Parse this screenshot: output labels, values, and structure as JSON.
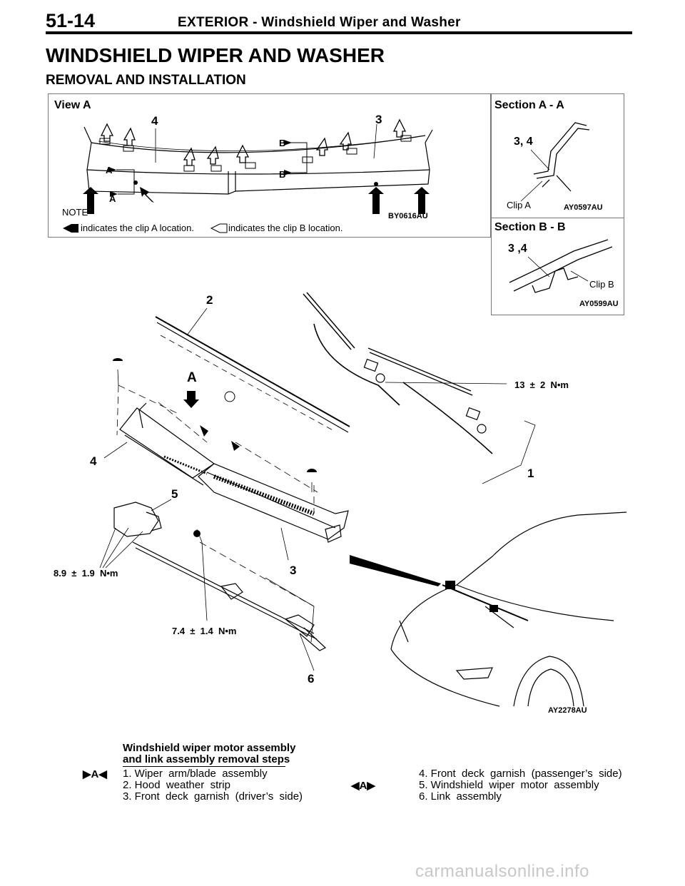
{
  "header": {
    "page_number": "51-14",
    "title": "EXTERIOR  -  Windshield  Wiper  and  Washer"
  },
  "main_title": "WINDSHIELD WIPER AND WASHER",
  "subtitle": "REMOVAL AND INSTALLATION",
  "view_a_box": {
    "title": "View A",
    "labels": [
      "4",
      "3",
      "A",
      "A",
      "B",
      "B"
    ],
    "note_label": "NOTE",
    "figure_code": "BY0616AU",
    "note_text_1": "indicates the clip A location.",
    "note_text_2": "indicates the clip B location."
  },
  "section_aa": {
    "title": "Section A  -  A",
    "part_label": "3, 4",
    "clip_label": "Clip A",
    "figure_code": "AY0597AU"
  },
  "section_bb": {
    "title": "Section B  -  B",
    "part_label": "3 ,4",
    "clip_label": "Clip B",
    "figure_code": "AY0599AU"
  },
  "main_figure": {
    "callouts": [
      "1",
      "2",
      "3",
      "4",
      "5",
      "6",
      "A"
    ],
    "torque_1": "13  ±  2  N•m",
    "torque_2": "8.9  ±  1.9  N•m",
    "torque_3": "7.4  ±  1.4  N•m",
    "figure_code": "AY2278AU"
  },
  "steps": {
    "title_line_1": "Windshield wiper motor assembly",
    "title_line_2": "and link assembly removal steps",
    "marker_1": "▶A◀",
    "marker_2": "◀A▶",
    "left_items": [
      "1. Wiper  arm/blade  assembly",
      "2. Hood  weather  strip",
      "3. Front  deck  garnish  (driver’s  side)"
    ],
    "right_items": [
      "4. Front  deck  garnish  (passenger’s  side)",
      "5. Windshield  wiper  motor  assembly",
      "6. Link  assembly"
    ]
  },
  "watermark": "carmanualsonline.info"
}
